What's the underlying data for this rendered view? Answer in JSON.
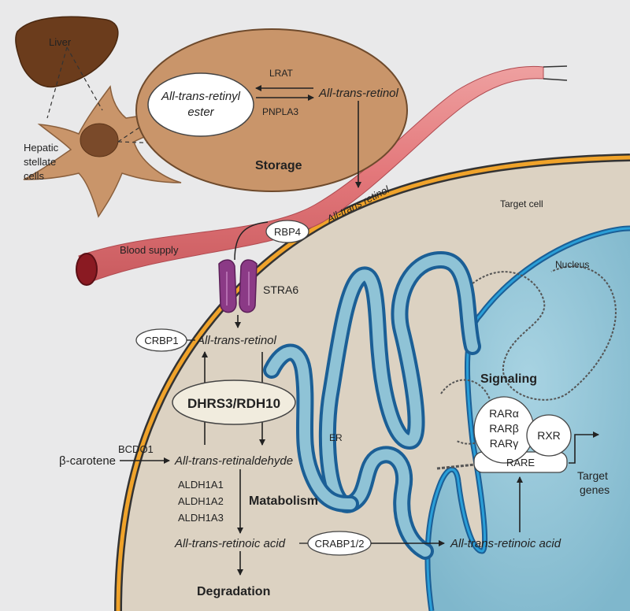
{
  "labels": {
    "liver": "Liver",
    "hepatic_1": "Hepatic",
    "hepatic_2": "stellate",
    "hepatic_3": "cells",
    "lrat": "LRAT",
    "pnpla3": "PNPLA3",
    "retinyl_ester_1": "All-trans-retinyl",
    "retinyl_ester_2": "ester",
    "storage_retinol": "All-trans-retinol",
    "storage": "Storage",
    "vessel_retinol": "All-trans retinol",
    "target_cell": "Target cell",
    "rbp4": "RBP4",
    "blood_supply": "Blood supply",
    "stra6": "STRA6",
    "nucleus": "Nucleus",
    "crbp1": "CRBP1",
    "cell_retinol": "All-trans-retinol",
    "dhrs3": "DHRS3/RDH10",
    "er": "ER",
    "signaling": "Signaling",
    "rar_a": "RARα",
    "rar_b": "RARβ",
    "rar_g": "RARγ",
    "rxr": "RXR",
    "rare": "RARE",
    "target_genes_1": "Target",
    "target_genes_2": "genes",
    "bcdo1": "BCDO1",
    "carotene": "β-carotene",
    "retinaldehyde": "All-trans-retinaldehyde",
    "aldh1a1": "ALDH1A1",
    "aldh1a2": "ALDH1A2",
    "aldh1a3": "ALDH1A3",
    "metabolism": "Matabolism",
    "retinoic_acid": "All-trans-retinoic acid",
    "crabp": "CRABP1/2",
    "nuclear_retinoic_acid": "All-trans-retinoic acid",
    "degradation": "Degradation"
  },
  "colors": {
    "background": "#e9e9ea",
    "cytoplasm": "#dcd2c2",
    "membrane": "#f0a32a",
    "storage_droplet": "#c9956a",
    "blood_vessel": "#e3777a",
    "nucleus": "#8fc3d6",
    "nucleus_border": "#2a83c2",
    "stra6": "#8b3a86",
    "liver": "#6b3c1c",
    "stellate_cell": "#c9956a"
  }
}
